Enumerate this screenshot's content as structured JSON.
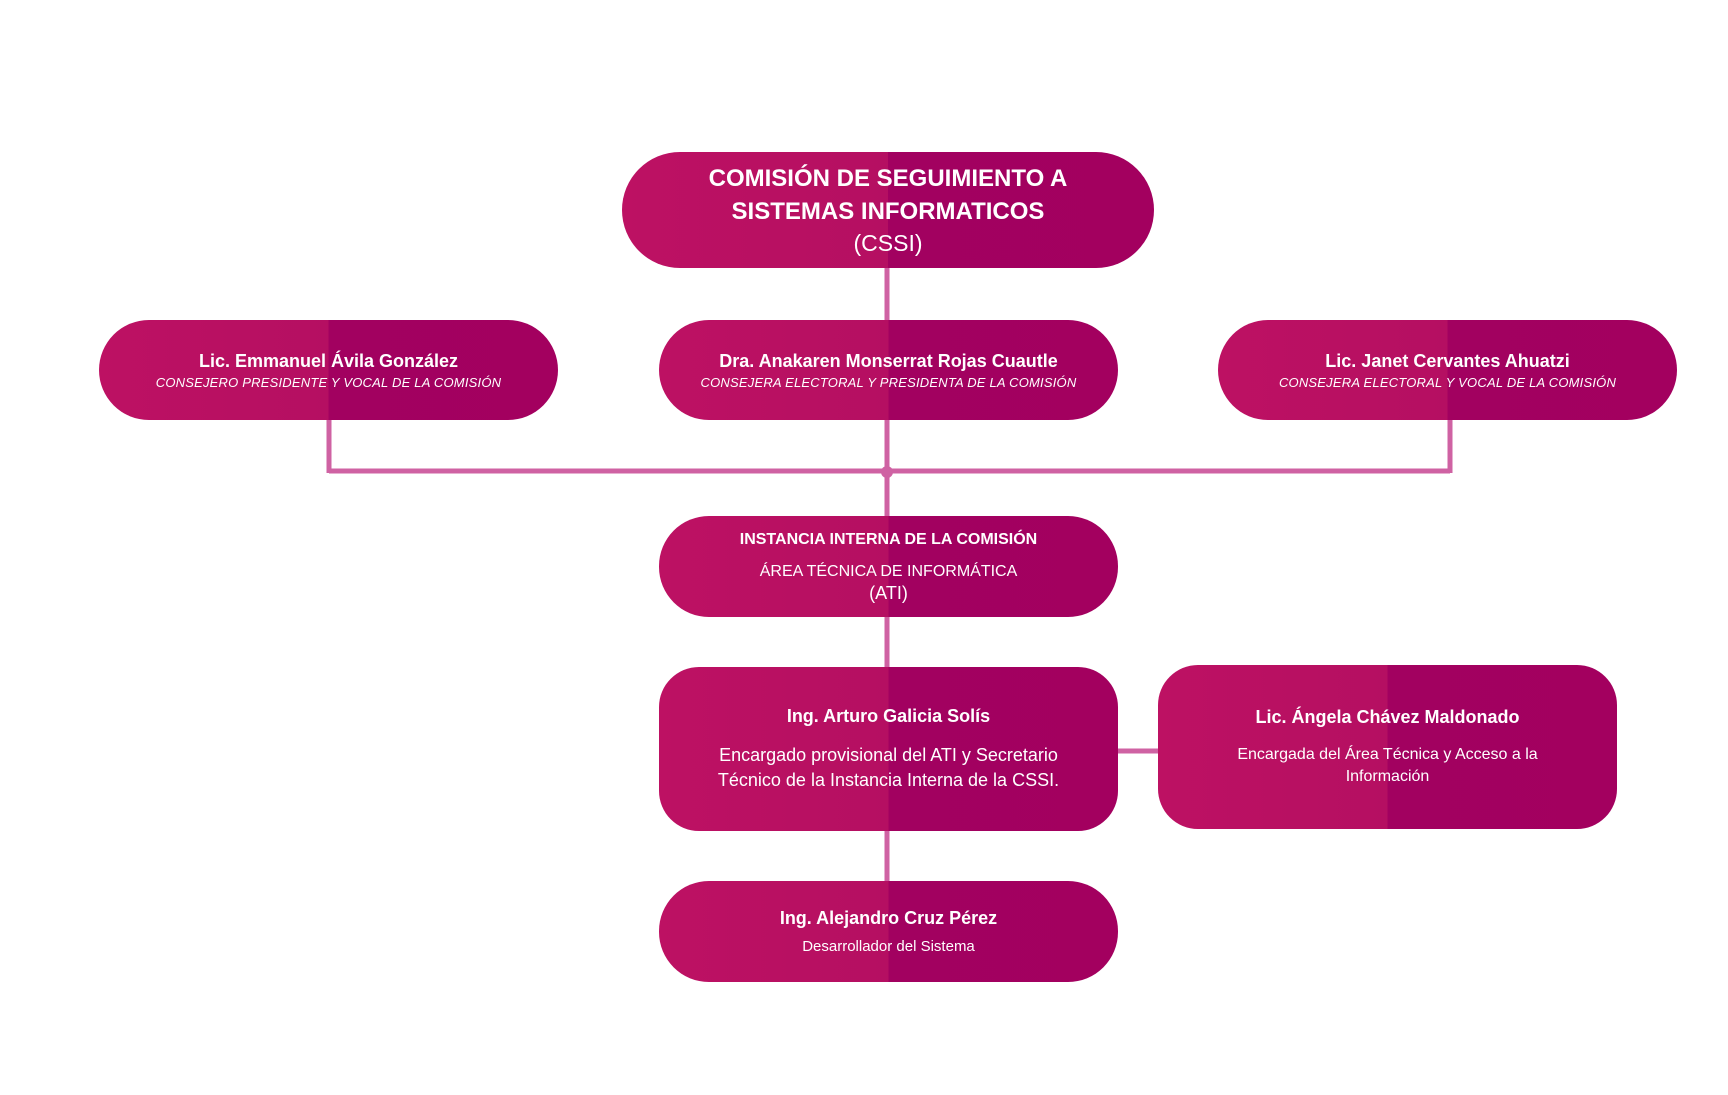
{
  "colors": {
    "node_left": "#bd1163",
    "node_right": "#a3005f",
    "connector": "#cf62a3",
    "text": "#ffffff"
  },
  "commission": {
    "title": "COMISIÓN DE SEGUIMIENTO A SISTEMAS INFORMATICOS",
    "acronym": "(CSSI)"
  },
  "members": [
    {
      "name": "Lic. Emmanuel Ávila González",
      "role": "CONSEJERO PRESIDENTE Y VOCAL DE LA COMISIÓN"
    },
    {
      "name": "Dra. Anakaren Monserrat Rojas Cuautle",
      "role": "CONSEJERA ELECTORAL Y PRESIDENTA DE LA COMISIÓN"
    },
    {
      "name": "Lic. Janet Cervantes Ahuatzi",
      "role": "CONSEJERA ELECTORAL Y VOCAL DE LA COMISIÓN"
    }
  ],
  "internal": {
    "title": "INSTANCIA INTERNA DE LA COMISIÓN",
    "area": "ÁREA TÉCNICA DE INFORMÁTICA",
    "acronym": "(ATI)"
  },
  "staff": [
    {
      "name": "Ing. Arturo Galicia Solís",
      "role": "Encargado provisional del ATI y Secretario Técnico de la Instancia Interna de la CSSI."
    },
    {
      "name": "Lic. Ángela Chávez Maldonado",
      "role": "Encargada del Área Técnica y Acceso a la Información"
    },
    {
      "name": "Ing. Alejandro Cruz Pérez",
      "role": "Desarrollador del Sistema"
    }
  ]
}
